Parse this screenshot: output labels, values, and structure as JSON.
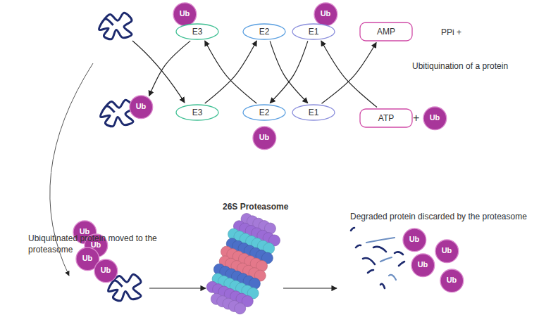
{
  "diagram": {
    "nodes": [
      {
        "text": [
          "Ub"
        ]
      },
      {
        "text": [
          "E3"
        ]
      },
      {
        "text": [
          "E2"
        ]
      },
      {
        "text": [
          "Ub"
        ]
      },
      {
        "text": [
          "E1"
        ]
      },
      {
        "text": [
          "AMP"
        ]
      },
      {
        "text": [
          "Ub"
        ]
      },
      {
        "text": [
          "E3"
        ]
      },
      {
        "text": [
          "E2"
        ]
      },
      {
        "text": [
          "Ub"
        ]
      },
      {
        "text": [
          "E1"
        ]
      },
      {
        "text": [
          "ATP"
        ]
      },
      {
        "text": [
          "Ub"
        ]
      },
      {
        "text": [
          "Ub"
        ]
      },
      {
        "text": [
          "Ub"
        ]
      },
      {
        "text": [
          "Ub"
        ]
      },
      {
        "text": [
          "Ub"
        ]
      },
      {
        "text": [
          "Ub"
        ]
      },
      {
        "text": [
          "Ub"
        ]
      },
      {
        "text": [
          "Ub"
        ]
      },
      {
        "text": [
          "Ub"
        ]
      }
    ],
    "edges": [
      {
        "from": 1,
        "to": 6,
        "arrow": "to"
      },
      {
        "from": 8,
        "to": 1,
        "arrow": "to"
      },
      {
        "from": 7,
        "to": 2,
        "arrow": "to"
      },
      {
        "from": 4,
        "to": 8,
        "arrow": "to"
      },
      {
        "from": 2,
        "to": 10,
        "arrow": "to"
      },
      {
        "from": 11,
        "to": 4,
        "arrow": "to"
      },
      {
        "from": 10,
        "to": 5,
        "arrow": "to"
      }
    ],
    "labels": [
      "PPi +",
      "Ubitiquination of a protein",
      "+",
      "Ubiquitinated protein moved to the proteasome",
      "26S Proteasome",
      "Degraded protein discarded by the proteasome"
    ]
  }
}
